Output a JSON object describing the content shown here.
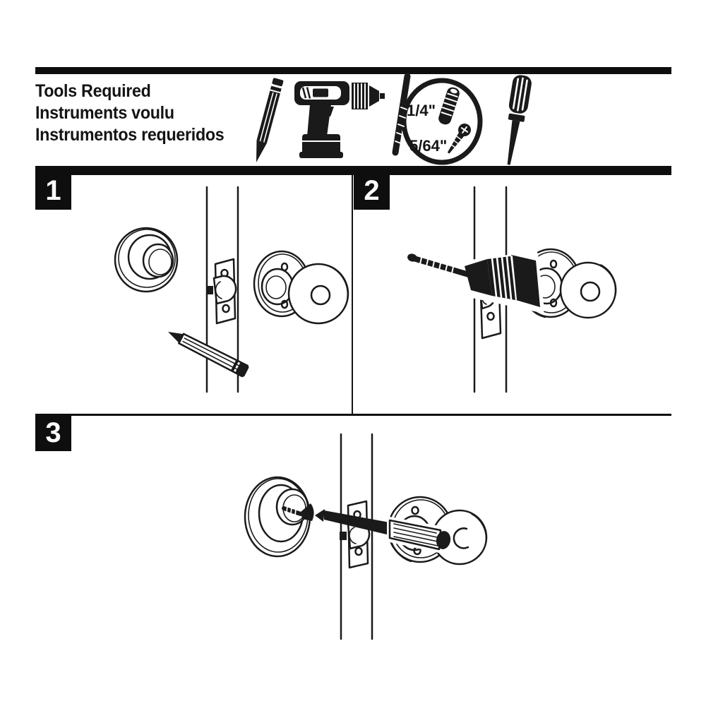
{
  "page": {
    "background": "#ffffff",
    "ink": "#141414",
    "bar_color": "#0e0e0e",
    "badge_text_color": "#ffffff"
  },
  "tools_header": {
    "lines": [
      "Tools Required",
      "Instruments voulu",
      "Instrumentos requeridos"
    ],
    "drill_bit_size_large": "1/4\"",
    "drill_bit_size_small": "5/64\"",
    "icons": [
      "pencil-icon",
      "cordless-drill-icon",
      "drill-bit-set-icon",
      "screwdriver-icon"
    ]
  },
  "steps": [
    {
      "number": "1",
      "illustration": "mark-hole-with-pencil"
    },
    {
      "number": "2",
      "illustration": "drill-pilot-hole"
    },
    {
      "number": "3",
      "illustration": "drive-screw-with-screwdriver"
    }
  ]
}
